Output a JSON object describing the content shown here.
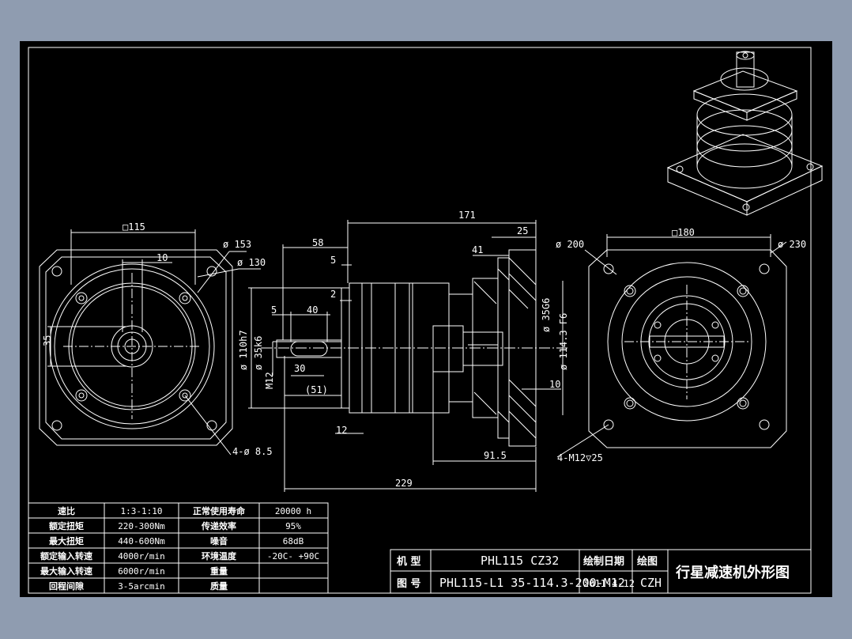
{
  "colors": {
    "frame": "#8f9cb0",
    "paper": "#000000",
    "line": "#ffffff",
    "accent": "#ffffff"
  },
  "front_view": {
    "square": "□115",
    "d153": "ø 153",
    "d130": "ø 130",
    "key_width": "10",
    "height_35": "35",
    "holes": "4-ø 8.5"
  },
  "side_view": {
    "len_58": "58",
    "len_5a": "5",
    "len_2": "2",
    "len_5b": "5",
    "len_40": "40",
    "d110": "ø 110h7",
    "d35k6": "ø 35k6",
    "m12": "M12",
    "len_30": "30",
    "len_51": "(51)",
    "len_12": "12",
    "len_171": "171",
    "len_25": "25",
    "len_41": "41",
    "d35g6": "ø 35G6",
    "d114": "ø 114.3 F6",
    "len_10": "10",
    "len_915": "91.5",
    "len_229": "229"
  },
  "rear_view": {
    "square": "□180",
    "d200": "ø 200",
    "d230": "ø 230",
    "holes": "4-M12▽25"
  },
  "spec_table": {
    "rows": [
      {
        "k1": "速比",
        "v1": "1:3-1:10",
        "k2": "正常使用寿命",
        "v2": "20000 h"
      },
      {
        "k1": "额定扭矩",
        "v1": "220-300Nm",
        "k2": "传递效率",
        "v2": "95%"
      },
      {
        "k1": "最大扭矩",
        "v1": "440-600Nm",
        "k2": "噪音",
        "v2": "68dB"
      },
      {
        "k1": "额定输入转速",
        "v1": "4000r/min",
        "k2": "环境温度",
        "v2": "-20C- +90C"
      },
      {
        "k1": "最大输入转速",
        "v1": "6000r/min",
        "k2": "重量",
        "v2": ""
      },
      {
        "k1": "回程间隙",
        "v1": "3-5arcmin",
        "k2": "质量",
        "v2": ""
      }
    ]
  },
  "title_block": {
    "model_label": "机 型",
    "model_value": "PHL115 CZ32",
    "drawing_no_label": "图 号",
    "drawing_no_value": "PHL115-L1 35-114.3-200-M12",
    "date_label": "绘制日期",
    "date_value": "2011-4-12",
    "drawer_label": "绘图",
    "drawer_value": "CZH",
    "title": "行星减速机外形图"
  }
}
